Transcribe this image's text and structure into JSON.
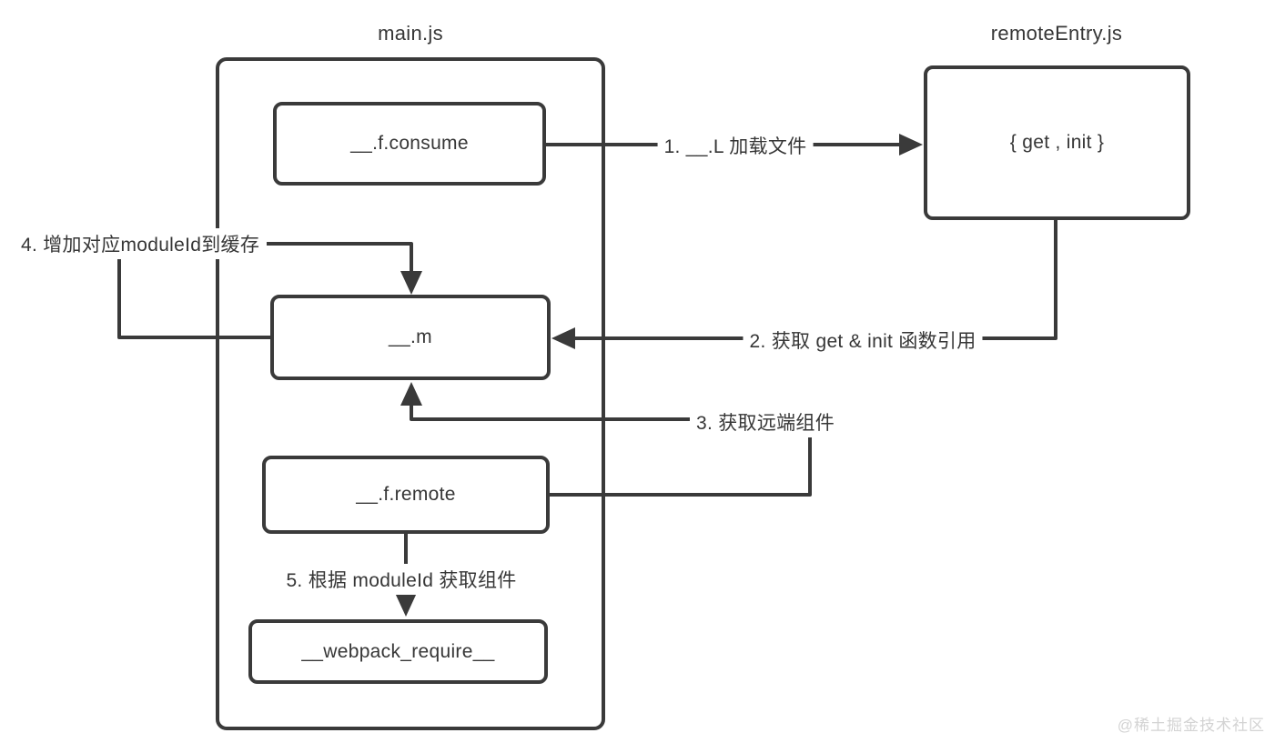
{
  "diagram": {
    "main_group": {
      "title": "main.js",
      "nodes": {
        "f_consume": "__.f.consume",
        "m": "__.m",
        "f_remote": "__.f.remote",
        "webpack_require": "__webpack_require__"
      }
    },
    "remote_group": {
      "title": "remoteEntry.js",
      "node_get_init": "{ get , init }"
    },
    "edges": [
      {
        "id": "1",
        "label": "1. __.L 加载文件",
        "from": "__.f.consume",
        "to": "{ get , init }"
      },
      {
        "id": "2",
        "label": "2. 获取 get & init 函数引用",
        "from": "{ get , init }",
        "to": "__.m"
      },
      {
        "id": "3",
        "label": "3. 获取远端组件",
        "from": "__.f.remote",
        "to": "__.m"
      },
      {
        "id": "4",
        "label": "4. 增加对应moduleId到缓存",
        "from": "__.m",
        "to": "__.m"
      },
      {
        "id": "5",
        "label": "5. 根据 moduleId 获取组件",
        "from": "__.f.remote",
        "to": "__webpack_require__"
      }
    ],
    "watermark": "@稀土掘金技术社区",
    "colors": {
      "stroke": "#3a3a3a",
      "text": "#363636",
      "background": "#ffffff",
      "watermark": "#d3d3d3"
    }
  }
}
